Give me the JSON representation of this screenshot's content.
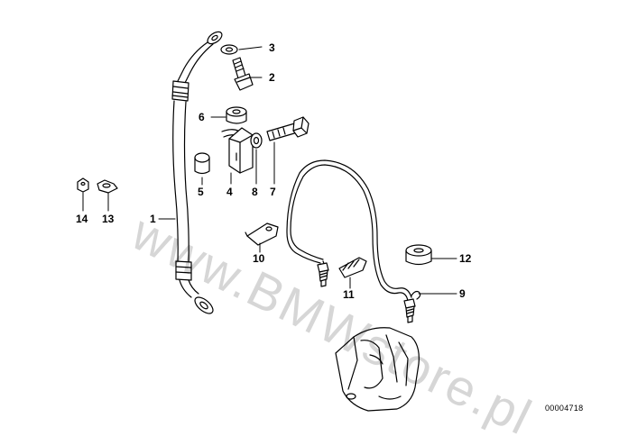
{
  "labels": {
    "p1": "1",
    "p2": "2",
    "p3": "3",
    "p4": "4",
    "p5": "5",
    "p6": "6",
    "p7": "7",
    "p8": "8",
    "p9": "9",
    "p10": "10",
    "p11": "11",
    "p12": "12",
    "p13": "13",
    "p14": "14"
  },
  "watermark": "www.BMWstore.pl",
  "document_id": "00004718",
  "colors": {
    "line": "#000000",
    "watermark": "#c8c8c8",
    "background": "#ffffff"
  }
}
